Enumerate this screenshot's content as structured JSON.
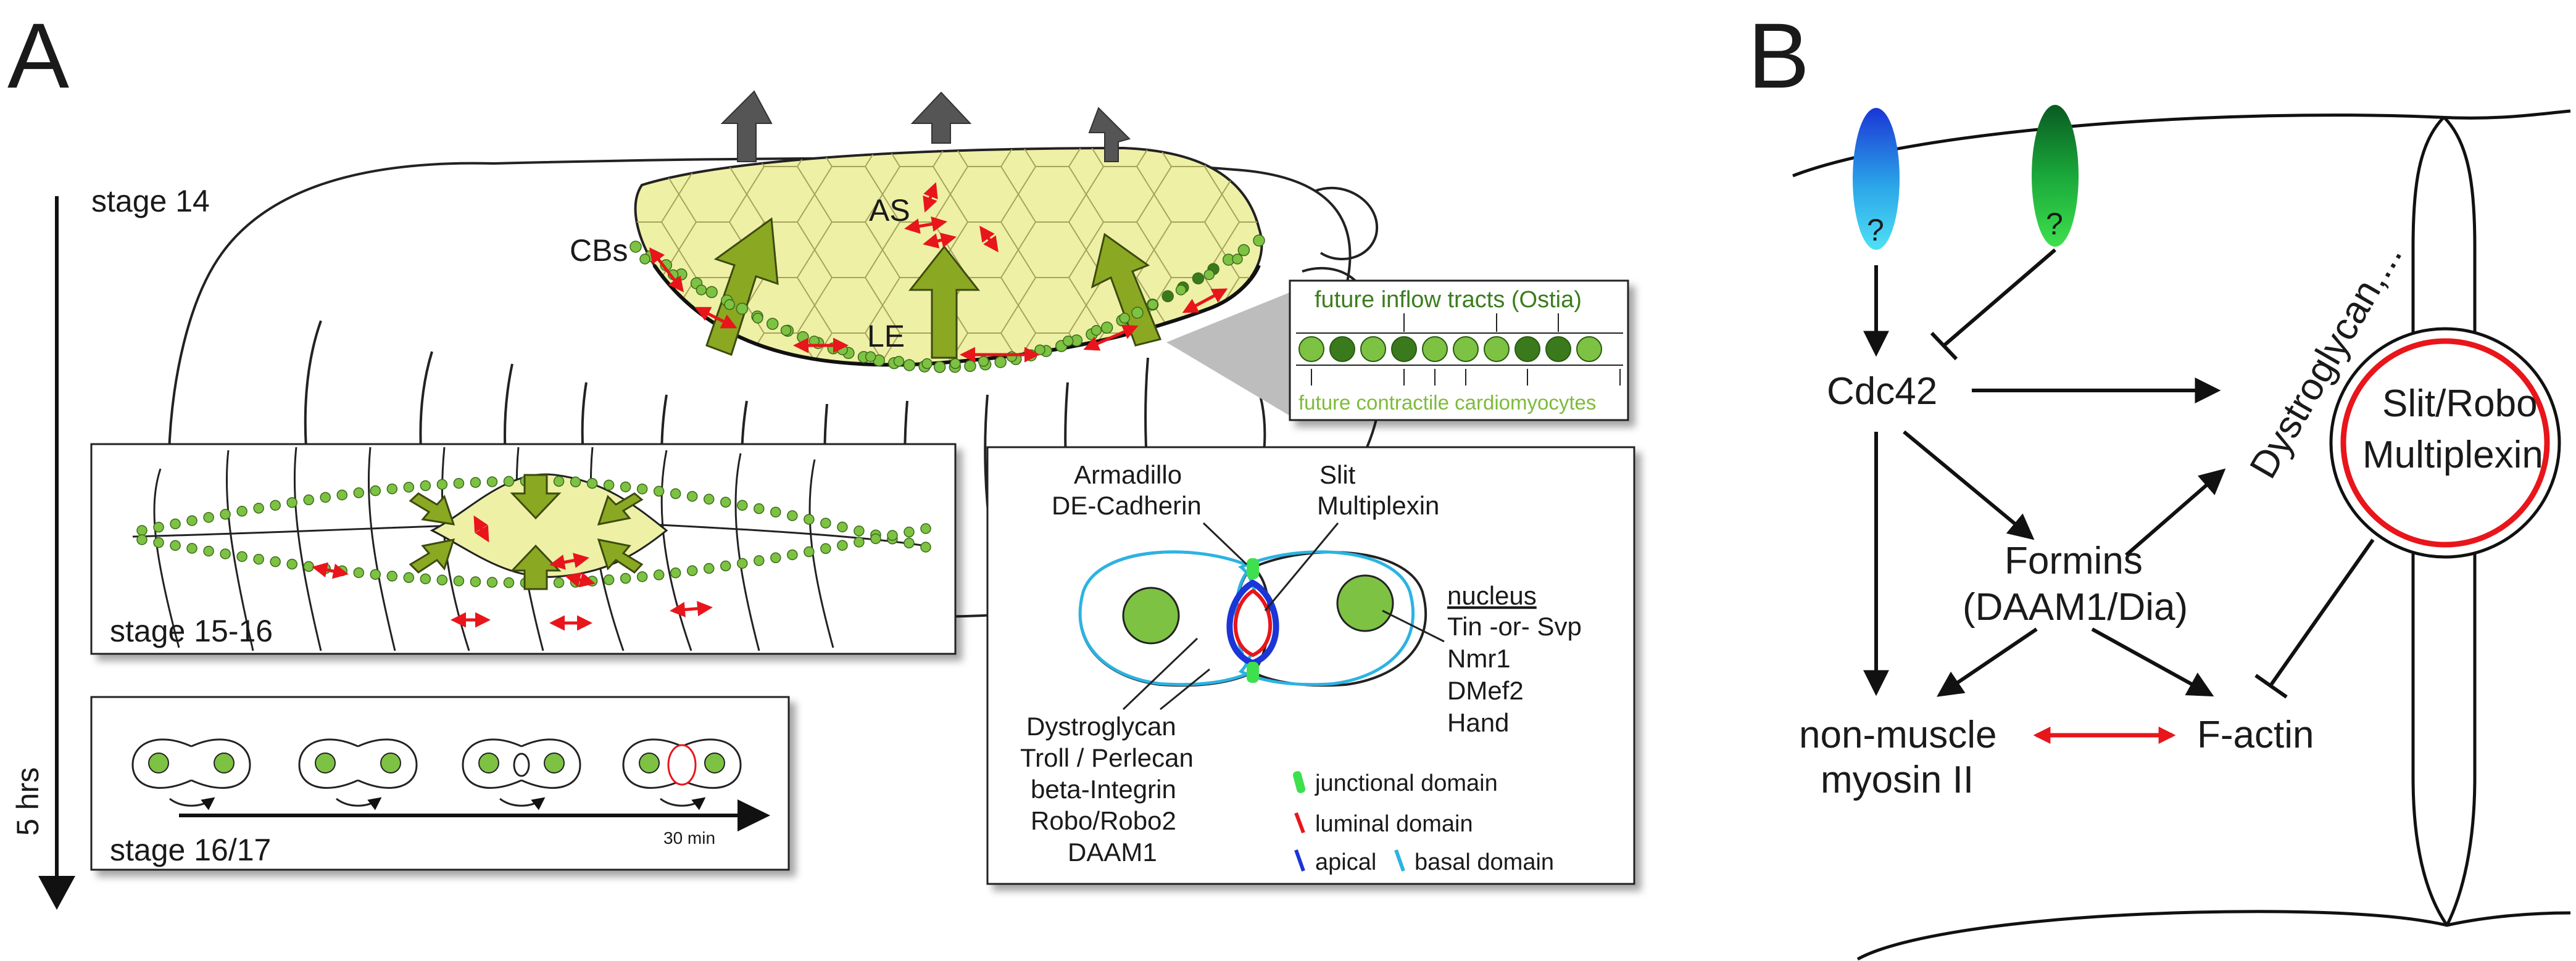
{
  "panels": {
    "a": {
      "letter": "A",
      "stage_14": "stage 14",
      "stage_15_16": "stage 15-16",
      "stage_16_17": "stage 16/17",
      "time_axis": "5 hrs",
      "time_bar": "30 min",
      "cbs": "CBs",
      "as": "AS",
      "le": "LE",
      "inset_top": "future inflow tracts (Ostia)",
      "inset_bottom": "future contractile cardiomyocytes",
      "cell": {
        "armadillo": "Armadillo",
        "de_cadherin": "DE-Cadherin",
        "slit": "Slit",
        "multiplexin": "Multiplexin",
        "nucleus": "nucleus",
        "nucleus_items": [
          "Tin -or- Svp",
          "Nmr1",
          "DMef2",
          "Hand"
        ],
        "left_list": [
          "Dystroglycan",
          "Troll / Perlecan",
          "beta-Integrin",
          "Robo/Robo2",
          "DAAM1"
        ],
        "legend": {
          "junctional": "junctional domain",
          "luminal": "luminal domain",
          "apical": "apical",
          "basal": "basal domain"
        }
      }
    },
    "b": {
      "letter": "B",
      "q1": "?",
      "q2": "?",
      "cdc42": "Cdc42",
      "formins_1": "Formins",
      "formins_2": "(DAAM1/Dia)",
      "dystroglycan": "Dystroglycan,...",
      "slit_robo": "Slit/Robo",
      "multiplexin": "Multiplexin",
      "myosin_1": "non-muscle",
      "myosin_2": "myosin II",
      "factin": "F-actin"
    }
  },
  "colors": {
    "as_fill": "#eef0a6",
    "green_cell": "#7dc242",
    "dark_green": "#3a7a1c",
    "arrow_green": "#8aa822",
    "red": "#e8151b",
    "blue": "#1b35d6",
    "cyan": "#2bb3e3",
    "grey_arrow": "#555555"
  }
}
